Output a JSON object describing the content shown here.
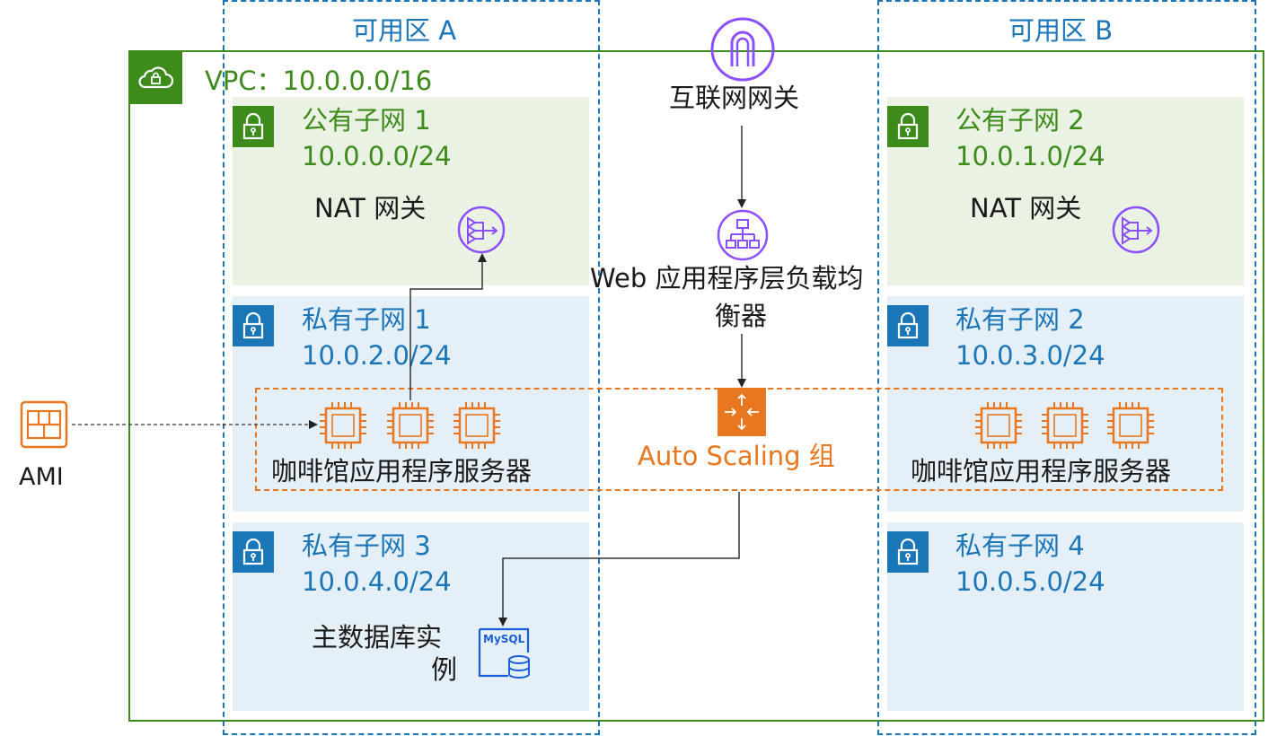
{
  "az_a": {
    "label": "可用区 A"
  },
  "az_b": {
    "label": "可用区 B"
  },
  "vpc": {
    "label": "VPC：10.0.0.0/16"
  },
  "igw": {
    "label": "互联网网关"
  },
  "elb": {
    "label_line1": "Web 应用程序层负载均",
    "label_line2": "衡器"
  },
  "asg": {
    "label": "Auto Scaling 组"
  },
  "ami": {
    "label": "AMI"
  },
  "public_subnet_1": {
    "name": "公有子网 1",
    "cidr": "10.0.0.0/24",
    "nat_label": "NAT 网关"
  },
  "public_subnet_2": {
    "name": "公有子网 2",
    "cidr": "10.0.1.0/24",
    "nat_label": "NAT 网关"
  },
  "private_subnet_1": {
    "name": "私有子网 1",
    "cidr": "10.0.2.0/24",
    "servers_label": "咖啡馆应用程序服务器"
  },
  "private_subnet_2": {
    "name": "私有子网 2",
    "cidr": "10.0.3.0/24",
    "servers_label": "咖啡馆应用程序服务器"
  },
  "private_subnet_3": {
    "name": "私有子网 3",
    "cidr": "10.0.4.0/24",
    "db_label_line1": "主数据库实",
    "db_label_line2": "例",
    "db_badge": "MySQL"
  },
  "private_subnet_4": {
    "name": "私有子网 4",
    "cidr": "10.0.5.0/24"
  },
  "colors": {
    "vpc_green": "#3d8b1a",
    "az_blue": "#1b76b8",
    "asg_orange": "#e8771f",
    "service_purple": "#8c4fff"
  }
}
